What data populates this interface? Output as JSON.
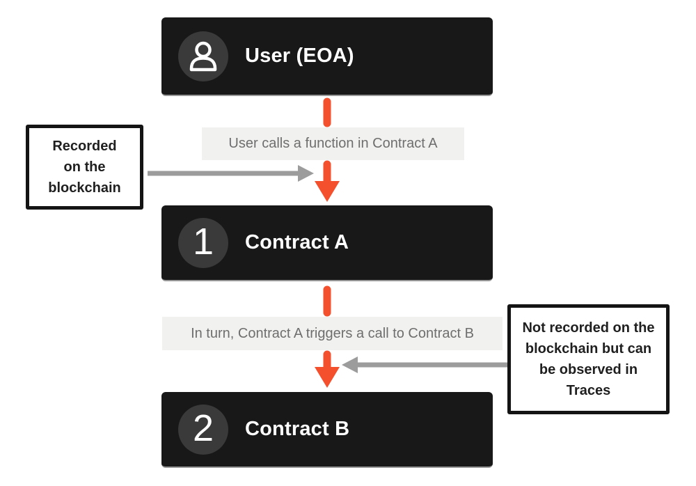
{
  "diagram": {
    "nodes": [
      {
        "title": "User (EOA)",
        "badge_icon": "user-icon"
      },
      {
        "title": "Contract A",
        "badge": "1"
      },
      {
        "title": "Contract B",
        "badge": "2"
      }
    ],
    "flow_labels": [
      {
        "text": "User calls a function in Contract A"
      },
      {
        "text": "In turn, Contract A triggers a call to Contract B"
      }
    ],
    "annotations": [
      {
        "text": "Recorded\non the\nblockchain"
      },
      {
        "text": "Not recorded on the\nblockchain but can\nbe observed in\nTraces"
      }
    ],
    "colors": {
      "node_background": "#181818",
      "badge_circle": "#3a3a3a",
      "accent_orange": "#f4502d",
      "gray_arrow": "#9c9c9c",
      "flow_label_background": "#f1f1ef",
      "flow_label_text": "#6e6e6e",
      "annotation_border": "#141414"
    }
  }
}
